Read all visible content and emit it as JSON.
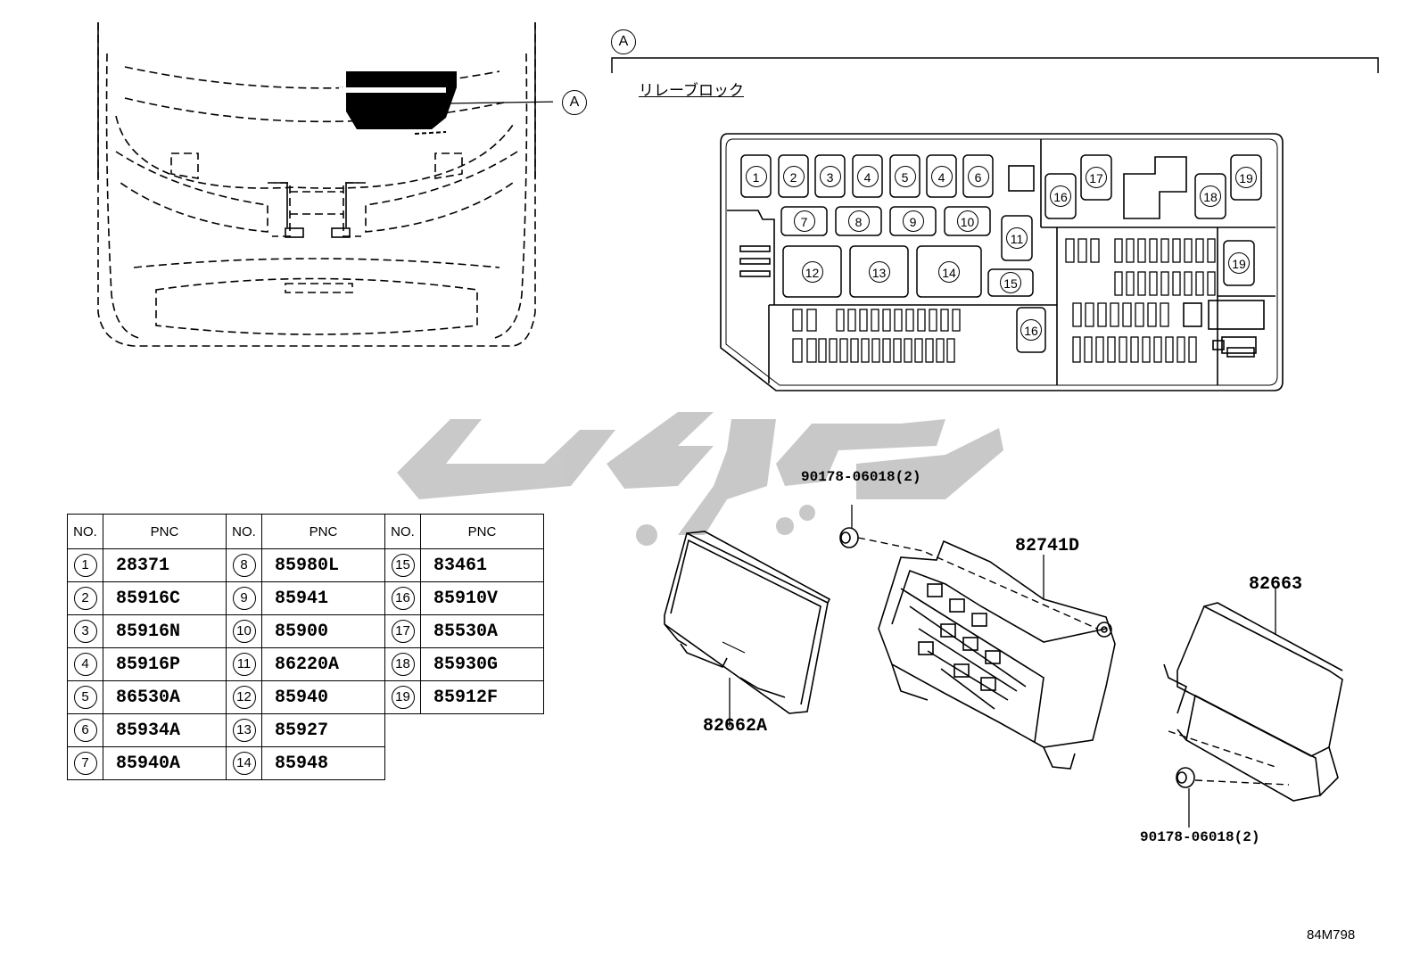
{
  "callout_a": "A",
  "relay_block_title": "リレーブロック",
  "diagram_id": "84M798",
  "table": {
    "header_no": "NO.",
    "header_pnc": "PNC",
    "rows": [
      {
        "no": "1",
        "pnc": "28371"
      },
      {
        "no": "2",
        "pnc": "85916C"
      },
      {
        "no": "3",
        "pnc": "85916N"
      },
      {
        "no": "4",
        "pnc": "85916P"
      },
      {
        "no": "5",
        "pnc": "86530A"
      },
      {
        "no": "6",
        "pnc": "85934A"
      },
      {
        "no": "7",
        "pnc": "85940A"
      },
      {
        "no": "8",
        "pnc": "85980L"
      },
      {
        "no": "9",
        "pnc": "85941"
      },
      {
        "no": "10",
        "pnc": "85900"
      },
      {
        "no": "11",
        "pnc": "86220A"
      },
      {
        "no": "12",
        "pnc": "85940"
      },
      {
        "no": "13",
        "pnc": "85927"
      },
      {
        "no": "14",
        "pnc": "85948"
      },
      {
        "no": "15",
        "pnc": "83461"
      },
      {
        "no": "16",
        "pnc": "85910V"
      },
      {
        "no": "17",
        "pnc": "85530A"
      },
      {
        "no": "18",
        "pnc": "85930G"
      },
      {
        "no": "19",
        "pnc": "85912F"
      }
    ]
  },
  "parts": {
    "bolt_top": "90178-06018(2)",
    "bolt_bottom": "90178-06018(2)",
    "box": "82741D",
    "cover": "82662A",
    "lower_cover": "82663"
  },
  "relay_numbers": {
    "r1": "1",
    "r2": "2",
    "r3": "3",
    "r4a": "4",
    "r5": "5",
    "r4b": "4",
    "r6": "6",
    "r7": "7",
    "r8": "8",
    "r9": "9",
    "r10": "10",
    "r11": "11",
    "r12": "12",
    "r13": "13",
    "r14": "14",
    "r15": "15",
    "r16a": "16",
    "r16b": "16",
    "r17": "17",
    "r18": "18",
    "r19a": "19",
    "r19b": "19"
  }
}
